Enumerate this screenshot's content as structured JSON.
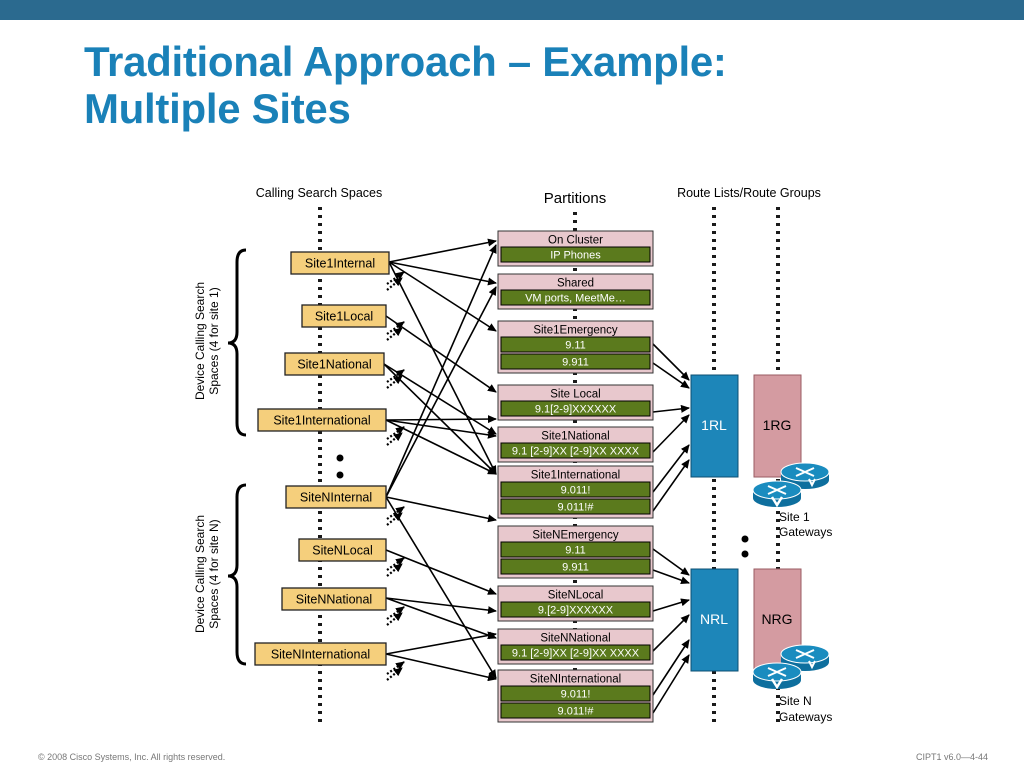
{
  "slide": {
    "title_line1": "Traditional Approach – Example:",
    "title_line2": "Multiple Sites"
  },
  "colors": {
    "top_bar": "#2b6a8f",
    "title": "#1a81b8",
    "css_box_fill": "#f5cf7c",
    "partition_header_fill": "#e8c8cd",
    "pattern_fill": "#5b7a1d",
    "route_list_fill": "#1d86b9",
    "route_group_fill": "#d49ba1",
    "gateway_fill": "#1a8cbf"
  },
  "diagram": {
    "column_headers": {
      "calling_search_spaces": "Calling Search Spaces",
      "partitions": "Partitions",
      "route_lists_groups": "Route Lists/Route Groups"
    },
    "brace_labels": {
      "site1_line1": "Device Calling Search",
      "site1_line2": "Spaces (4 for site 1)",
      "siteN_line1": "Device Calling Search",
      "siteN_line2": "Spaces (4 for site N)"
    },
    "css_site1": [
      "Site1Internal",
      "Site1Local",
      "Site1National",
      "Site1International"
    ],
    "css_siteN": [
      "SiteNInternal",
      "SiteNLocal",
      "SiteNNational",
      "SiteNInternational"
    ],
    "partitions": [
      {
        "name": "On Cluster",
        "patterns": [
          "IP Phones"
        ]
      },
      {
        "name": "Shared",
        "patterns": [
          "VM ports, MeetMe…"
        ]
      },
      {
        "name": "Site1Emergency",
        "patterns": [
          "9.11",
          "9.911"
        ]
      },
      {
        "name": "Site Local",
        "patterns": [
          "9.1[2-9]XXXXXX"
        ]
      },
      {
        "name": "Site1National",
        "patterns": [
          "9.1 [2-9]XX [2-9]XX XXXX"
        ]
      },
      {
        "name": "Site1International",
        "patterns": [
          "9.011!",
          "9.011!#"
        ]
      },
      {
        "name": "SiteNEmergency",
        "patterns": [
          "9.11",
          "9.911"
        ]
      },
      {
        "name": "SiteNLocal",
        "patterns": [
          "9.[2-9]XXXXXX"
        ]
      },
      {
        "name": "SiteNNational",
        "patterns": [
          "9.1 [2-9]XX [2-9]XX XXXX"
        ]
      },
      {
        "name": "SiteNInternational",
        "patterns": [
          "9.011!",
          "9.011!#"
        ]
      }
    ],
    "route_lists": [
      "1RL",
      "NRL"
    ],
    "route_groups": [
      "1RG",
      "NRG"
    ],
    "gateway_labels": {
      "site1_line1": "Site 1",
      "site1_line2": "Gateways",
      "siteN_line1": "Site N",
      "siteN_line2": "Gateways"
    }
  },
  "footer": {
    "copyright": "© 2008 Cisco Systems, Inc. All rights reserved.",
    "course_code": "CIPT1 v6.0—4-44"
  }
}
